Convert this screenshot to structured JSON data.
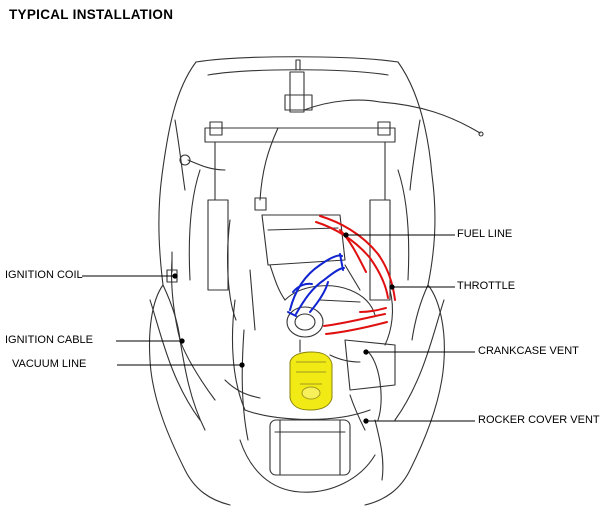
{
  "title": "TYPICAL INSTALLATION",
  "callouts": {
    "fuel_line": "FUEL LINE",
    "throttle": "THROTTLE",
    "crankcase_vent": "CRANKCASE VENT",
    "rocker_cover_vent": "ROCKER COVER VENT",
    "ignition_coil": "IGNITION COIL",
    "ignition_cable": "IGNITION CABLE",
    "vacuum_line": "VACUUM LINE"
  },
  "colors": {
    "fuel_line_highlight": "#e01010",
    "throttle_highlight": "#1024d0",
    "module_highlight": "#f2ea14",
    "line_art": "#333333"
  }
}
